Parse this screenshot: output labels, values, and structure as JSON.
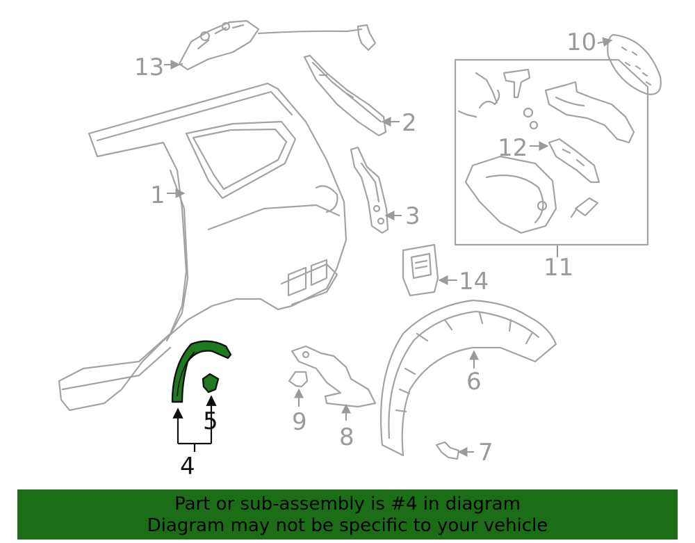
{
  "callouts": {
    "c1": "1",
    "c2": "2",
    "c3": "3",
    "c4": "4",
    "c5": "5",
    "c6": "6",
    "c7": "7",
    "c8": "8",
    "c9": "9",
    "c10": "10",
    "c11": "11",
    "c12": "12",
    "c13": "13",
    "c14": "14"
  },
  "banner": {
    "line1": "Part or sub-assembly is #4 in diagram",
    "line2": "Diagram may not be specific to your vehicle"
  },
  "colors": {
    "highlight": "#1f7a1f",
    "banner": "#1b6e16",
    "line": "#a3a3a3"
  }
}
